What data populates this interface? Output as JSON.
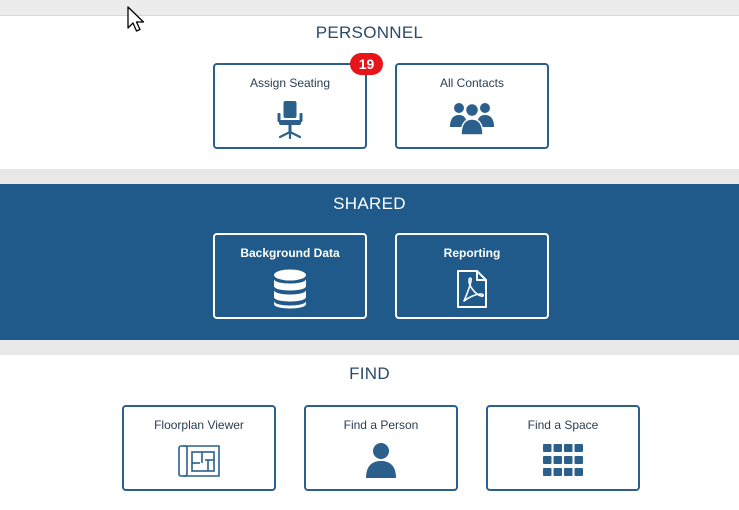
{
  "sections": {
    "personnel": {
      "title": "PERSONNEL",
      "tiles": [
        {
          "label": "Assign Seating",
          "icon": "office-chair-icon",
          "badge": "19"
        },
        {
          "label": "All Contacts",
          "icon": "user-group-icon"
        }
      ]
    },
    "shared": {
      "title": "SHARED",
      "tiles": [
        {
          "label": "Background Data",
          "icon": "database-icon"
        },
        {
          "label": "Reporting",
          "icon": "pdf-file-icon"
        }
      ]
    },
    "find": {
      "title": "FIND",
      "tiles": [
        {
          "label": "Floorplan Viewer",
          "icon": "floorplan-icon"
        },
        {
          "label": "Find a Person",
          "icon": "person-icon"
        },
        {
          "label": "Find a Space",
          "icon": "grid-icon"
        }
      ]
    }
  },
  "colors": {
    "primary": "#1f5a8a",
    "tile_border": "#2b5f8c",
    "badge": "#e8141c",
    "text": "#2a3e55",
    "band_gap": "#e8e8e8"
  }
}
